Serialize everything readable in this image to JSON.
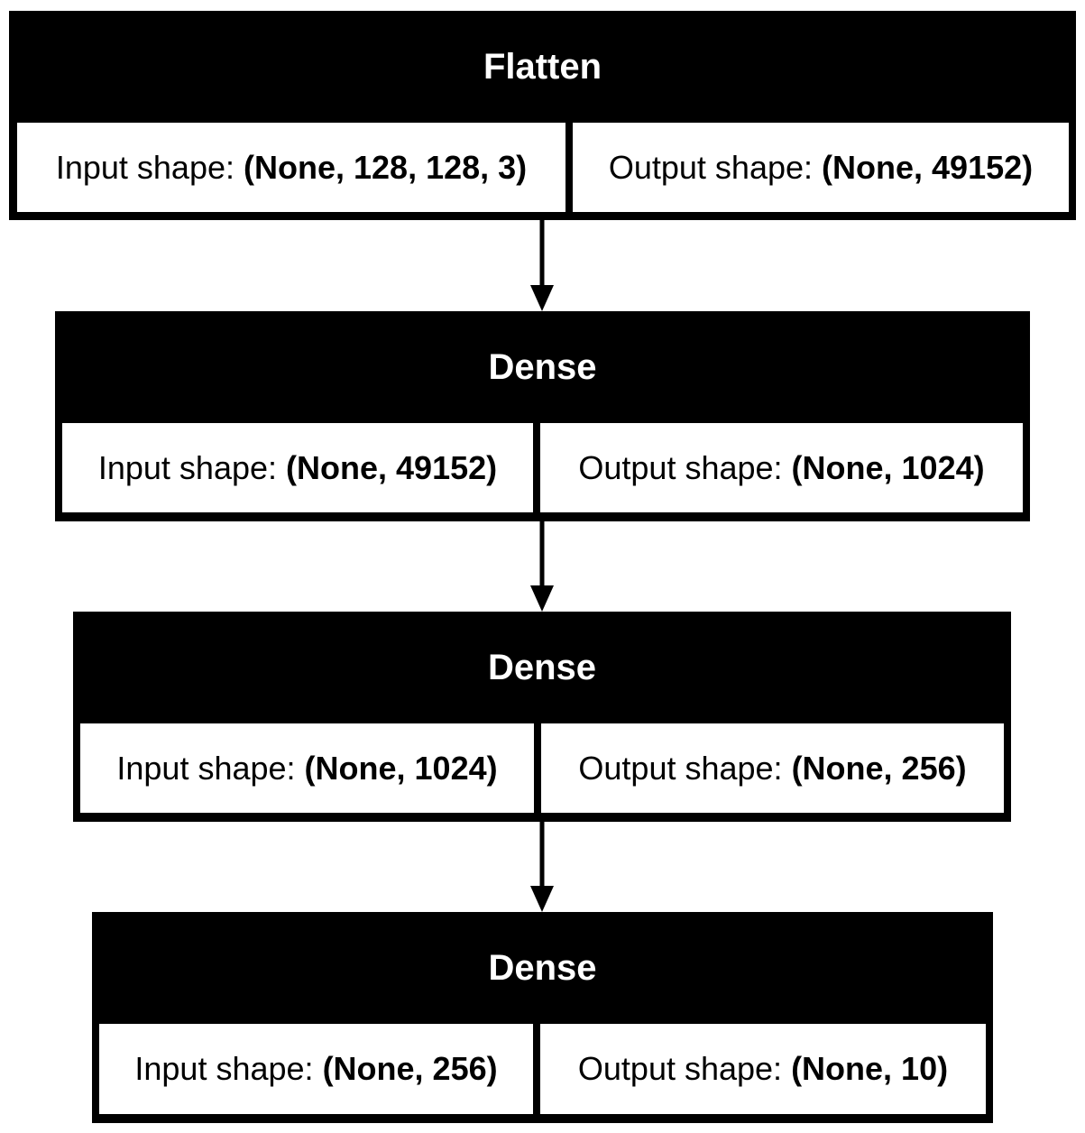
{
  "layers": [
    {
      "title": "Flatten",
      "input_label": "Input shape: ",
      "input_shape": "(None, 128, 128, 3)",
      "output_label": "Output shape: ",
      "output_shape": "(None, 49152)"
    },
    {
      "title": "Dense",
      "input_label": "Input shape: ",
      "input_shape": "(None, 49152)",
      "output_label": "Output shape: ",
      "output_shape": "(None, 1024)"
    },
    {
      "title": "Dense",
      "input_label": "Input shape: ",
      "input_shape": "(None, 1024)",
      "output_label": "Output shape: ",
      "output_shape": "(None, 256)"
    },
    {
      "title": "Dense",
      "input_label": "Input shape: ",
      "input_shape": "(None, 256)",
      "output_label": "Output shape: ",
      "output_shape": "(None, 10)"
    }
  ],
  "colors": {
    "header": "#000000",
    "cell": "#ffffff",
    "text_on_header": "#ffffff",
    "text": "#000000"
  }
}
